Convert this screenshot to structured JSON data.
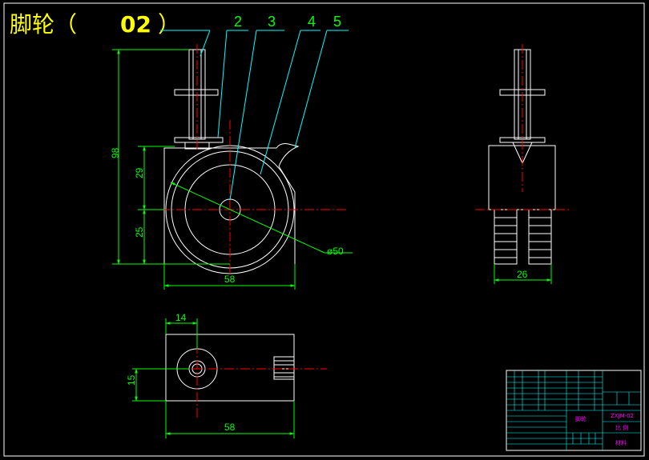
{
  "drawing": {
    "title_main": "脚轮（",
    "title_number": "02",
    "title_close": "）",
    "background": "#000000",
    "colors": {
      "outline": "#ffffff",
      "dimension": "#00ff00",
      "centerline": "#ff0000",
      "leader": "#00ffff",
      "title": "#ffff00",
      "titleblock_grid": "#00ffff",
      "titleblock_text": "#ff00ff"
    }
  },
  "balloons": [
    "2",
    "3",
    "4",
    "5"
  ],
  "dimensions": {
    "front_overall_height": "98",
    "front_upper_height": "29",
    "front_lower_height": "25",
    "front_diameter": "ø50",
    "front_width": "58",
    "side_width": "26",
    "top_offset_x": "14",
    "top_offset_y": "15",
    "top_width": "58"
  },
  "title_block": {
    "part_name": "脚轮",
    "drawing_no": "ZXJM-02",
    "scale_label": "比 例",
    "material_label": "材料"
  }
}
